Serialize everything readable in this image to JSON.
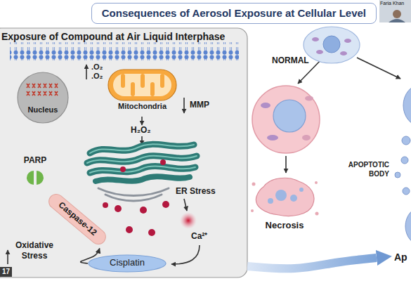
{
  "diagram": {
    "title": "Consequences of Aerosol Exposure at Cellular Level",
    "nodes": [
      {
        "text": [
          "Exposure of Compound at Air Liquid Interphase"
        ]
      },
      {
        "text": [
          "Nucleus"
        ],
        "in": 0
      },
      {
        "text": [
          "Mitochondria"
        ],
        "in": 0
      },
      {
        "text": [
          "PARP"
        ],
        "in": 0
      },
      {
        "text": [
          "Caspase-12"
        ],
        "in": 0
      },
      {
        "text": [
          "Cisplatin"
        ],
        "in": 0
      },
      {
        "text": [
          "NORMAL"
        ]
      },
      {
        "text": [
          "Necrosis"
        ]
      },
      {
        "text": [
          "Ap"
        ]
      }
    ],
    "edges": [
      {
        "from": 5,
        "to": 4,
        "arrow": "to"
      },
      {
        "from": 0,
        "to": 8,
        "arrow": "to"
      }
    ],
    "labels": [
      "Faria Khan",
      ".O₂",
      ".O₂",
      "MMP",
      "H₂O₂",
      "ER Stress",
      "Oxidative Stress",
      "Ca²⁺",
      "APOPTOTIC BODY",
      "17"
    ]
  }
}
